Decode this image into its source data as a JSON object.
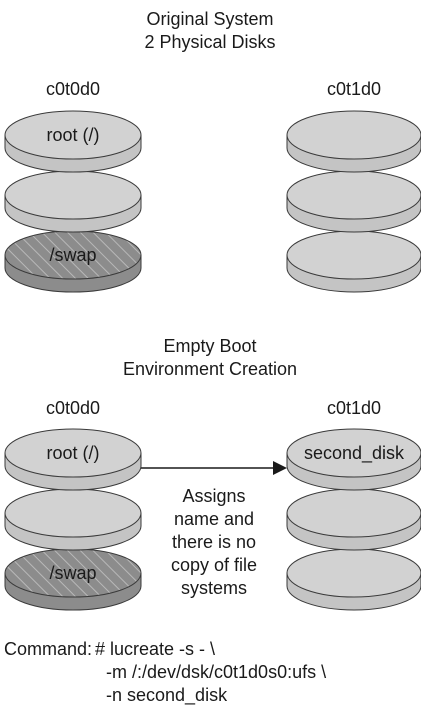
{
  "section1": {
    "title_line1": "Original System",
    "title_line2": "2 Physical Disks",
    "disk_left_label": "c0t0d0",
    "disk_right_label": "c0t1d0",
    "left_slices": [
      "root (/)",
      "",
      "/swap"
    ],
    "right_slices": [
      "",
      "",
      ""
    ]
  },
  "section2": {
    "title_line1": "Empty Boot",
    "title_line2": "Environment Creation",
    "disk_left_label": "c0t0d0",
    "disk_right_label": "c0t1d0",
    "left_slices": [
      "root (/)",
      "",
      "/swap"
    ],
    "right_slices": [
      "second_disk",
      "",
      ""
    ],
    "note_lines": [
      "Assigns",
      "name and",
      "there is no",
      "copy of file",
      "systems"
    ]
  },
  "command": {
    "label": "Command:",
    "line1": "# lucreate -s - \\",
    "line2": "-m /:/dev/dsk/c0t1d0s0:ufs \\",
    "line3": "-n second_disk"
  },
  "colors": {
    "disk_fill": "#d2d2d2",
    "disk_stroke": "#3a3a3a",
    "swap_fill": "#8c8c8c",
    "text": "#1a1a1a"
  }
}
